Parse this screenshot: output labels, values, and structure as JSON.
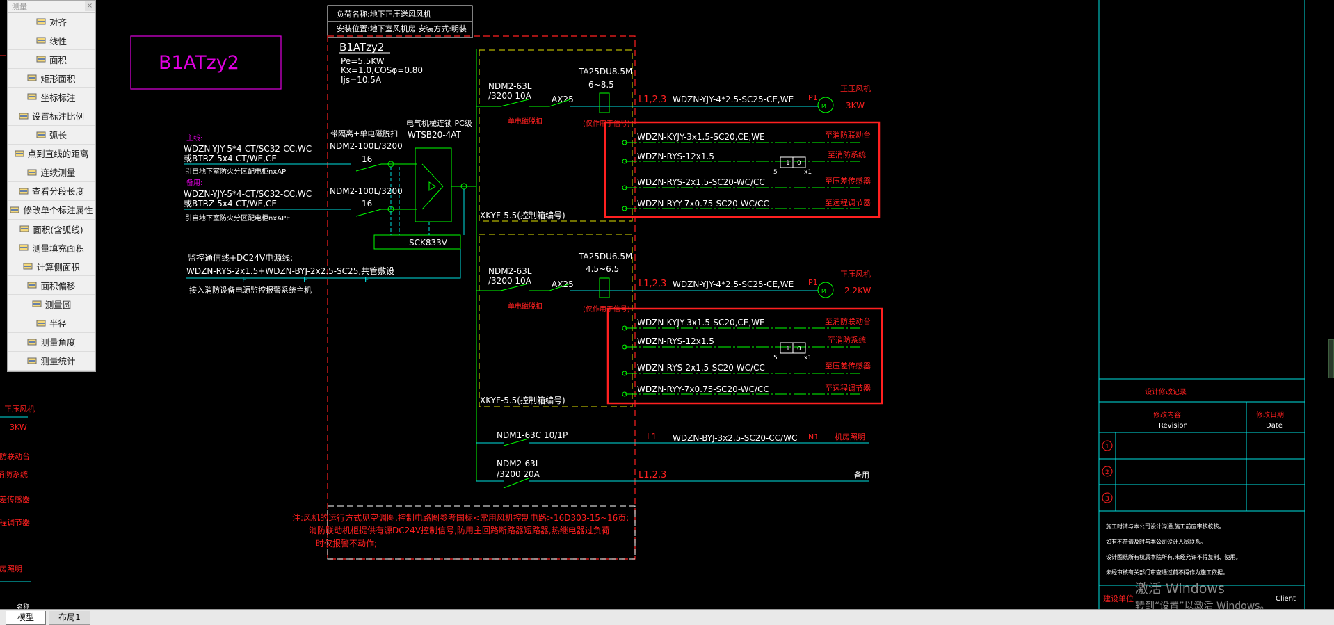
{
  "palette": {
    "title": "测量",
    "close_label": "×",
    "items": [
      {
        "label": "对齐",
        "icon": "aligned-dimension-icon"
      },
      {
        "label": "线性",
        "icon": "linear-dimension-icon"
      },
      {
        "label": "面积",
        "icon": "area-icon"
      },
      {
        "label": "矩形面积",
        "icon": "rectangle-area-icon"
      },
      {
        "label": "坐标标注",
        "icon": "coordinate-icon"
      },
      {
        "label": "设置标注比例",
        "icon": "scale-icon"
      },
      {
        "label": "弧长",
        "icon": "arc-length-icon"
      },
      {
        "label": "点到直线的距离",
        "icon": "point-line-distance-icon"
      },
      {
        "label": "连续测量",
        "icon": "continuous-measure-icon"
      },
      {
        "label": "查看分段长度",
        "icon": "segment-length-icon"
      },
      {
        "label": "修改单个标注属性",
        "icon": "edit-dimension-icon"
      },
      {
        "label": "面积(含弧线)",
        "icon": "arc-area-icon"
      },
      {
        "label": "测量填充面积",
        "icon": "hatch-area-icon"
      },
      {
        "label": "计算侧面积",
        "icon": "side-area-icon"
      },
      {
        "label": "面积偏移",
        "icon": "area-offset-icon"
      },
      {
        "label": "测量圆",
        "icon": "circle-measure-icon"
      },
      {
        "label": "半径",
        "icon": "radius-icon"
      },
      {
        "label": "测量角度",
        "icon": "angle-icon"
      },
      {
        "label": "测量统计",
        "icon": "statistics-icon"
      }
    ]
  },
  "tabs": {
    "model": "模型",
    "layout1": "布局1"
  },
  "watermark": {
    "line1": "激活 Windows",
    "line2": "转到“设置”以激活 Windows。"
  },
  "drawing": {
    "header_name": "负荷名称:地下正压送风风机",
    "header_install": "安装位置:地下室风机房  安装方式:明装",
    "box_title": "B1ATzy2",
    "panel_id": "B1ATzy2",
    "params": [
      "Pe=5.5KW",
      "Kx=1.0,COSφ=0.80",
      "Ijs=10.5A"
    ],
    "main_label": "主线:",
    "main_cable": "WDZN-YJY-5*4-CT/SC32-CC,WC",
    "main_cable2": "或BTRZ-5x4-CT/WE,CE",
    "main_from": "引自地下室防火分区配电柜nxAP",
    "backup_label": "备用:",
    "backup_cable": "WDZN-YJY-5*4-CT/SC32-CC,WC",
    "backup_cable2": "或BTRZ-5x4-CT/WE,CE",
    "backup_from": "引自地下室防火分区配电柜nxAPE",
    "isolator_note": "带隔离+单电磁脱扣",
    "breaker_a": "NDM2-100L/3200",
    "breaker_a_rating": "16",
    "breaker_b": "NDM2-100L/3200",
    "breaker_b_rating": "16",
    "ats_note": "电气机械连锁 PC级",
    "ats_model": "WTSB20-4AT",
    "controller": "SCK833V",
    "monitor_label": "监控通信线+DC24V电源线:",
    "monitor_cable": "WDZN-RYS-2x1.5+WDZN-BYJ-2x2.5-SC25,共管敷设",
    "monitor_note": "接入消防设备电源监控报警系统主机",
    "fire_marker": "F",
    "circuits": [
      {
        "breaker": "NDM2-63L",
        "breaker_rating": "/3200 10A",
        "contactor": "AX25",
        "relay": "TA25DU8.5M",
        "relay_range": "6~8.5",
        "magnetic_note": "单电磁脱扣",
        "relay_note": "(仅作用于信号)",
        "phase": "L1,2,3",
        "cable": "WDZN-YJY-4*2.5-SC25-CE,WE",
        "motor_tag": "P1",
        "motor_name": "正压风机",
        "motor_kw": "3KW",
        "control_box": "XKYF-5.5(控制箱编号)",
        "control_lines": [
          {
            "cable": "WDZN-KYJY-3x1.5-SC20,CE,WE",
            "dest": "至消防联动台"
          },
          {
            "cable": "WDZN-RYS-12x1.5",
            "dest": "至消防系统"
          },
          {
            "cable": "WDZN-RYS-2x1.5-SC20-WC/CC",
            "dest": "至压差传感器"
          },
          {
            "cable": "WDZN-RYY-7x0.75-SC20-WC/CC",
            "dest": "至远程调节器"
          }
        ],
        "io_top": "1",
        "io_bot": "0",
        "io_left": "5",
        "io_right": "x1"
      },
      {
        "breaker": "NDM2-63L",
        "breaker_rating": "/3200 10A",
        "contactor": "AX25",
        "relay": "TA25DU6.5M",
        "relay_range": "4.5~6.5",
        "magnetic_note": "单电磁脱扣",
        "relay_note": "(仅作用于信号)",
        "phase": "L1,2,3",
        "cable": "WDZN-YJY-4*2.5-SC25-CE,WE",
        "motor_tag": "P1",
        "motor_name": "正压风机",
        "motor_kw": "2.2KW",
        "control_box": "XKYF-5.5(控制箱编号)",
        "control_lines": [
          {
            "cable": "WDZN-KYJY-3x1.5-SC20,CE,WE",
            "dest": "至消防联动台"
          },
          {
            "cable": "WDZN-RYS-12x1.5",
            "dest": "至消防系统"
          },
          {
            "cable": "WDZN-RYS-2x1.5-SC20-WC/CC",
            "dest": "至压差传感器"
          },
          {
            "cable": "WDZN-RYY-7x0.75-SC20-WC/CC",
            "dest": "至远程调节器"
          }
        ],
        "io_top": "1",
        "io_bot": "0",
        "io_left": "5",
        "io_right": "x1"
      }
    ],
    "lighting_breaker": "NDM1-63C 10/1P",
    "lighting_phase": "L1",
    "lighting_cable": "WDZN-BYJ-3x2.5-SC20-CC/WC",
    "lighting_tag": "N1",
    "lighting_dest": "机房照明",
    "spare_breaker": "NDM2-63L",
    "spare_rating": "/3200 20A",
    "spare_phase": "L1,2,3",
    "spare_dest": "备用",
    "notes": [
      "注:风机的运行方式见空调图,控制电路图参考国标<常用风机控制电路>16D303-15~16页;",
      "消防联动机柜提供有源DC24V控制信号,防用主回路断路器短路器,热继电器过负荷",
      "时仅报警不动作;"
    ],
    "left_partial": [
      "正压风机",
      "3KW",
      "消防联动台",
      "消防系统",
      "压差传感器",
      "远程调节器",
      "机房照明"
    ],
    "left_bottom_tag": "名称",
    "title_block": {
      "header": "设计修改记录",
      "rev_cn": "修改内容",
      "rev_en": "Revision",
      "date_cn": "修改日期",
      "date_en": "Date",
      "rows": [
        "1",
        "2",
        "3"
      ],
      "notes": [
        "施工时请与本公司设计沟通,施工前应审核校核。",
        "如有不符请及时与本公司设计人员联系。",
        "设计图纸所有权属本院所有,未经允许不得复制、使用。",
        "未经审核有关部门审查通过前不得作为施工依据。"
      ],
      "client_cn": "建设单位",
      "client_en": "Client"
    }
  }
}
